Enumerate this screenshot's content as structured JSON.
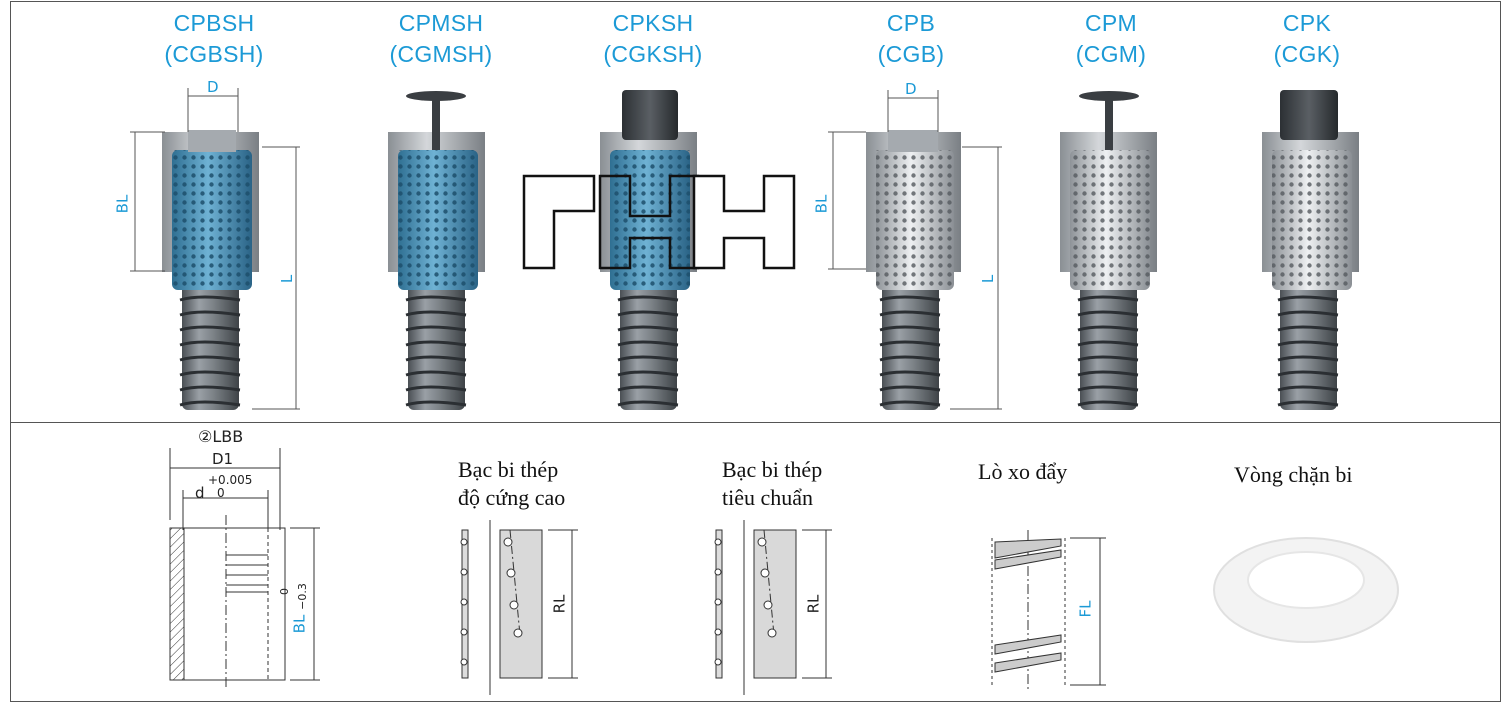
{
  "products": [
    {
      "code": "CPBSH",
      "alt": "(CGBSH)",
      "cage": "blue"
    },
    {
      "code": "CPMSH",
      "alt": "(CGMSH)",
      "cage": "blue"
    },
    {
      "code": "CPKSH",
      "alt": "(CGKSH)",
      "cage": "blue"
    },
    {
      "code": "CPB",
      "alt": "(CGB)",
      "cage": "silver"
    },
    {
      "code": "CPM",
      "alt": "(CGM)",
      "cage": "silver"
    },
    {
      "code": "CPK",
      "alt": "(CGK)",
      "cage": "silver"
    }
  ],
  "dims": {
    "d": "D",
    "bl": "BL",
    "l": "L"
  },
  "watermark": "HTH",
  "parts": {
    "lbb": {
      "title": "②LBB",
      "d1": "D1",
      "d": "d",
      "tol_upper": "+0.005",
      "tol_lower": "0",
      "bl": "BL",
      "bl_tol_upper": "0",
      "bl_tol_lower": "−0.3"
    },
    "hard_cage": {
      "line1": "Bạc bi thép",
      "line2": "độ cứng cao",
      "dim": "RL"
    },
    "std_cage": {
      "line1": "Bạc bi thép",
      "line2": "tiêu chuẩn",
      "dim": "RL"
    },
    "spring": {
      "line1": "Lò xo đẩy",
      "dim": "FL"
    },
    "ring": {
      "line1": "Vòng chặn bi"
    }
  },
  "colors": {
    "accent": "#1c9ad6",
    "blue_cage": "#4f95b8",
    "silver_cage": "#c8ccd0",
    "body": "#6e7378"
  }
}
